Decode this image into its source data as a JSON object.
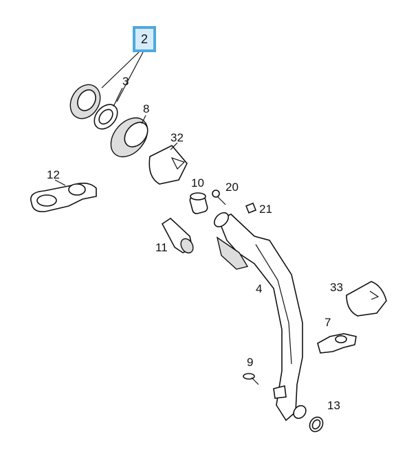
{
  "diagram": {
    "selected_callout": "2",
    "accent_color": "#4ea9df",
    "callouts": [
      "3",
      "8",
      "32",
      "12",
      "10",
      "20",
      "21",
      "11",
      "4",
      "33",
      "7",
      "9",
      "13"
    ]
  }
}
